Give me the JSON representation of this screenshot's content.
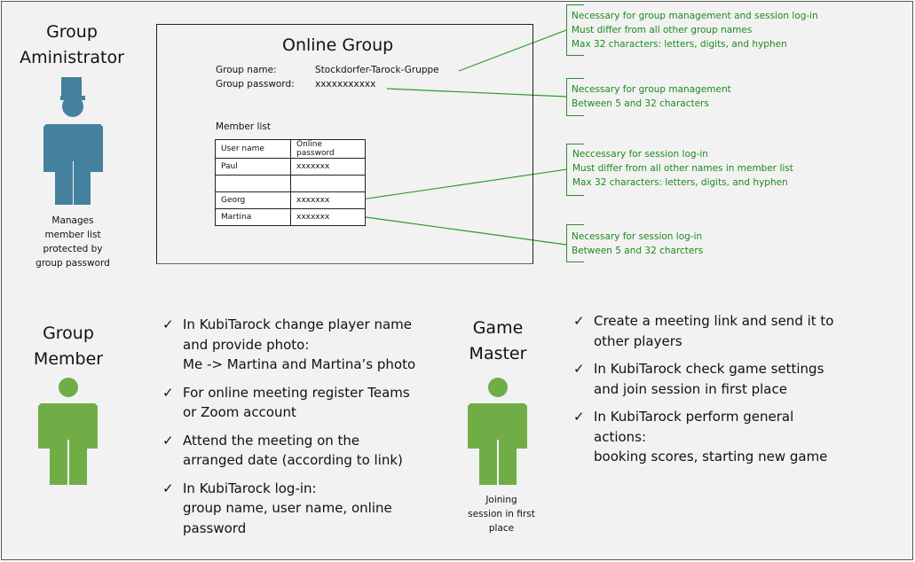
{
  "admin": {
    "title_line1": "Group",
    "title_line2": "Aministrator",
    "desc": [
      "Manages",
      "member list",
      "protected by",
      "group password"
    ]
  },
  "online_group": {
    "title": "Online Group",
    "group_name_label": "Group name:",
    "group_name_value": "Stockdorfer-Tarock-Gruppe",
    "group_password_label": "Group password:",
    "group_password_value": "xxxxxxxxxxx",
    "member_list_label": "Member list",
    "table": {
      "headers": [
        "User name",
        "Online password"
      ],
      "rows": [
        [
          "Paul",
          "xxxxxxx"
        ],
        [
          "",
          ""
        ],
        [
          "Georg",
          "xxxxxxx"
        ],
        [
          "Martina",
          "xxxxxxx"
        ]
      ]
    }
  },
  "notes": [
    [
      "Necessary for group management and session log-in",
      "Must differ from all other group names",
      "Max 32 characters: letters, digits, and hyphen"
    ],
    [
      "Necessary for group management",
      "Between 5 and 32 characters"
    ],
    [
      "Neccessary for session log-in",
      "Must differ from all other names in member list",
      "Max 32 characters: letters, digits, and hyphen"
    ],
    [
      "Necessary for session log-in",
      "Between 5 and 32 charcters"
    ]
  ],
  "member": {
    "title_line1": "Group",
    "title_line2": "Member",
    "tasks": [
      [
        "In KubiTarock change player name",
        "and provide photo:",
        "Me -> Martina and Martina’s photo"
      ],
      [
        "For online meeting register Teams",
        "or Zoom account"
      ],
      [
        "Attend the meeting on the",
        "arranged date (according to link)"
      ],
      [
        "In KubiTarock log-in:",
        "group name, user name, online",
        "password"
      ]
    ]
  },
  "master": {
    "title_line1": "Game",
    "title_line2": "Master",
    "desc": [
      "Joining",
      "session in first",
      "place"
    ],
    "tasks": [
      [
        "Create a meeting link and send it to",
        "other players"
      ],
      [
        "In KubiTarock check game settings",
        "and join session in first place"
      ],
      [
        "In KubiTarock perform general",
        "actions:",
        "booking scores, starting new game"
      ]
    ]
  },
  "colors": {
    "admin": "#44819f",
    "member": "#70ad47",
    "note": "#1e8a1e"
  }
}
